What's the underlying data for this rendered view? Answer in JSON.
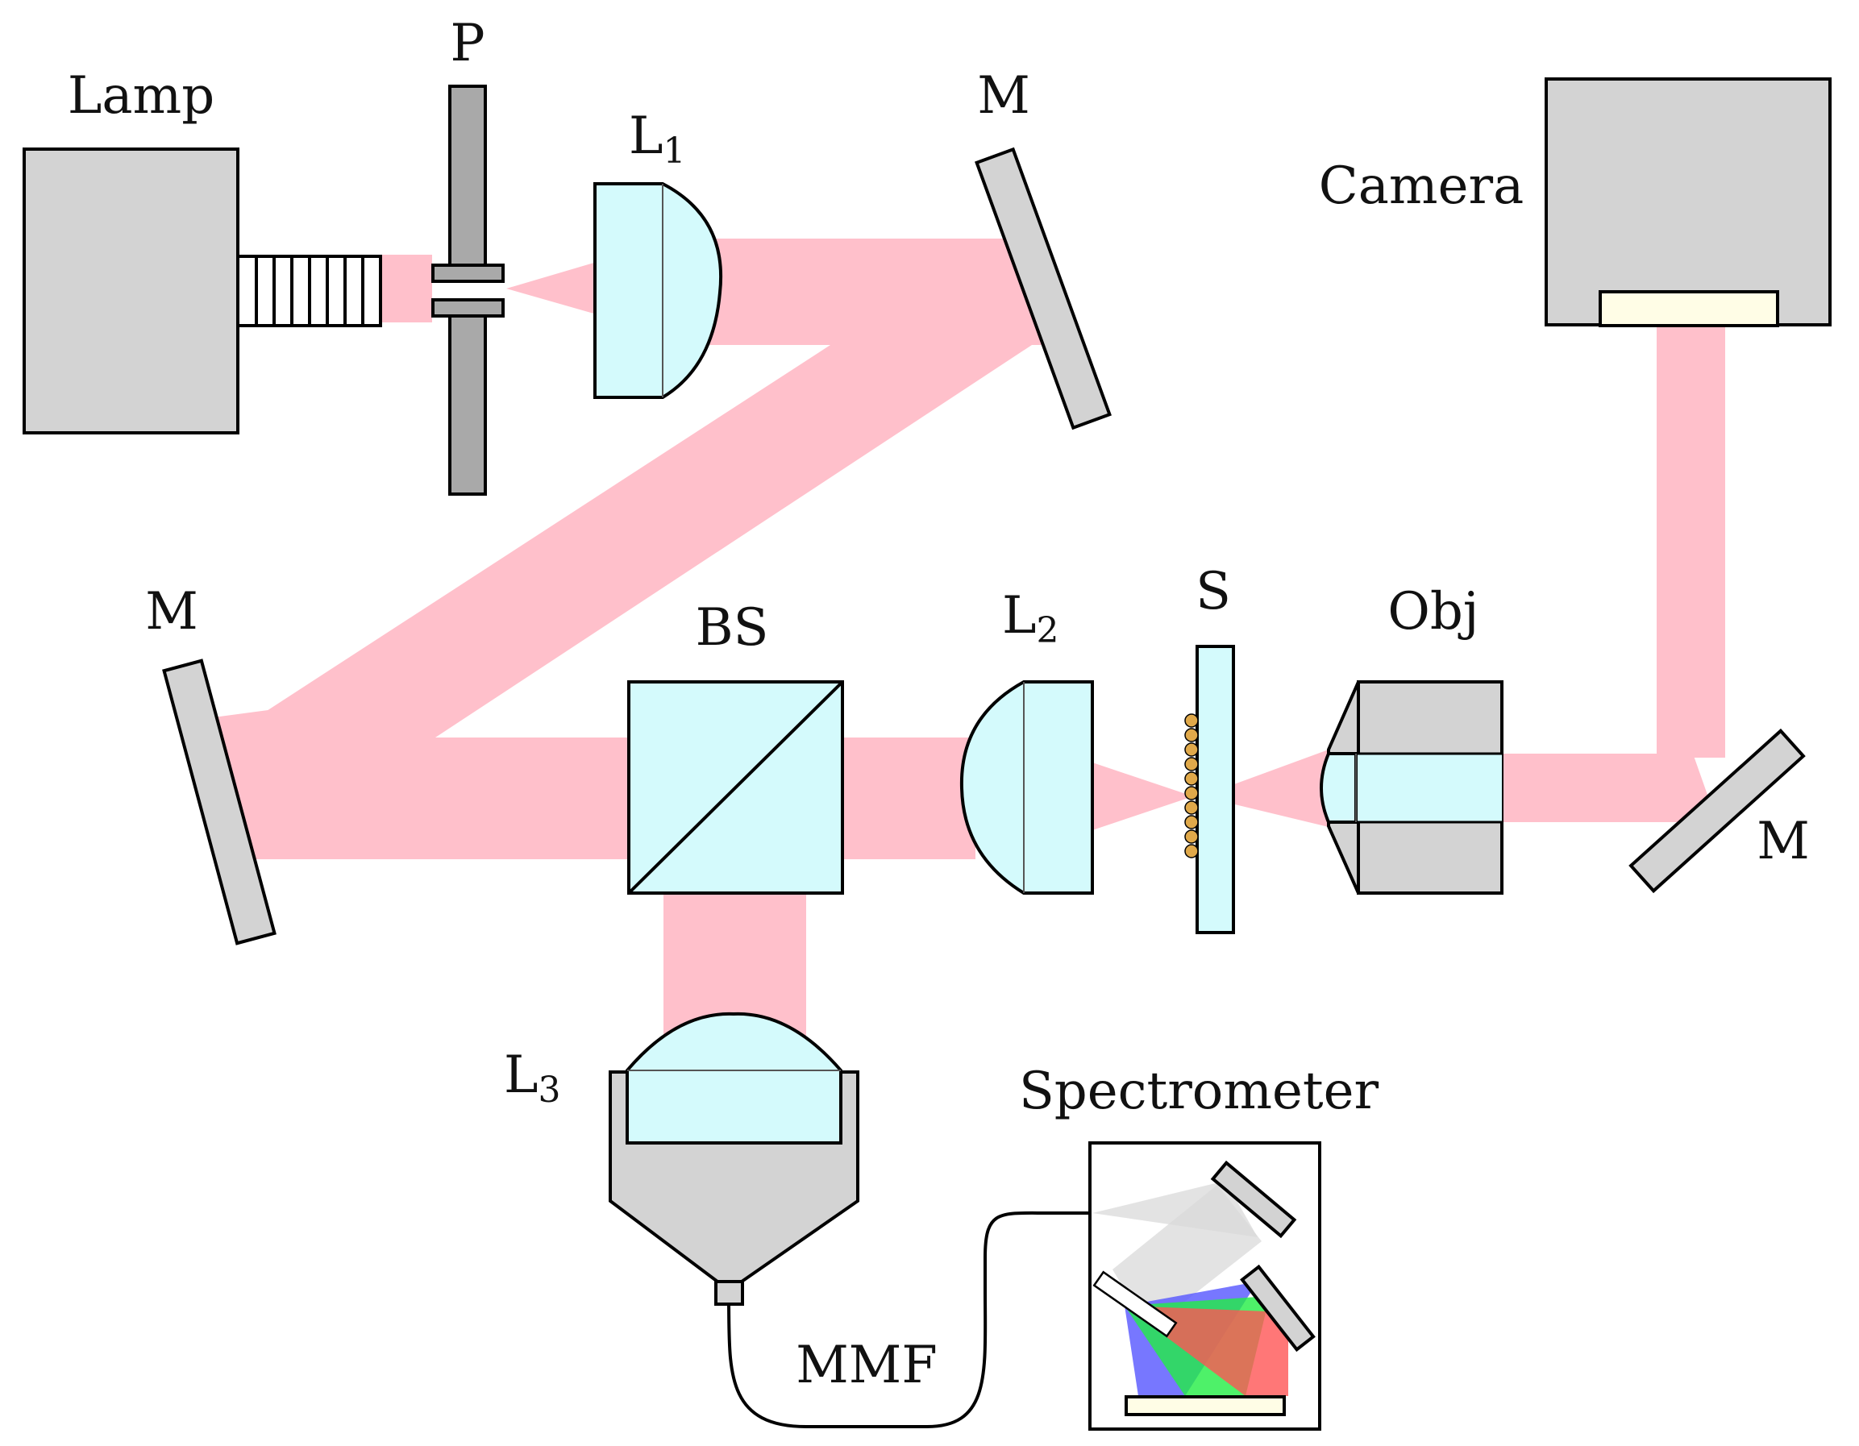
{
  "labels": {
    "lamp": "Lamp",
    "pinhole": "P",
    "lens1_main": "L",
    "lens1_sub": "1",
    "mirror_top": "M",
    "camera": "Camera",
    "mirror_left": "M",
    "beamsplitter": "BS",
    "lens2_main": "L",
    "lens2_sub": "2",
    "sample": "S",
    "objective": "Obj",
    "mirror_right": "M",
    "lens3_main": "L",
    "lens3_sub": "3",
    "spectrometer": "Spectrometer",
    "fiber": "MMF"
  },
  "colors": {
    "beam": "#ffc0cb",
    "lens_glass": "#d4fafc",
    "housing_gray": "#d3d3d3",
    "pinhole_gray": "#a9a9a9",
    "sensor": "#fffde6",
    "particles": "#e0a94a",
    "spectrum_blue": "#5555ff",
    "spectrum_green": "#22ee44",
    "spectrum_red": "#ff5555"
  }
}
